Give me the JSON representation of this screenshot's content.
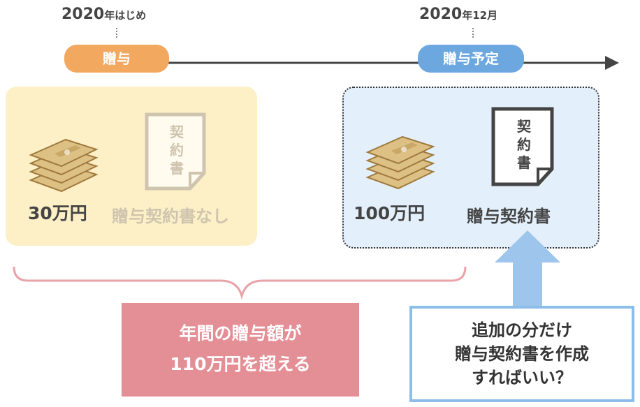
{
  "timeline": {
    "start_year": "2020",
    "start_suffix": "年はじめ",
    "end_year": "2020",
    "end_suffix": "年12月",
    "left_pill": "贈与",
    "right_pill": "贈与予定"
  },
  "left_panel": {
    "money": "30万円",
    "document_chars": [
      "契",
      "約",
      "書"
    ],
    "document_caption": "贈与契約書なし"
  },
  "right_panel": {
    "money": "100万円",
    "document_chars": [
      "契",
      "約",
      "書"
    ],
    "document_caption": "贈与契約書"
  },
  "summary": {
    "line1": "年間の贈与額が",
    "line2": "110万円を超える"
  },
  "callout": {
    "line1": "追加の分だけ",
    "line2": "贈与契約書を作成",
    "line3": "すればいい？"
  },
  "colors": {
    "orange": "#f2a85e",
    "blue": "#6da7e0",
    "pink": "#e48f96",
    "left_panel": "#fdf0c7",
    "right_panel": "#e3f0fb"
  }
}
